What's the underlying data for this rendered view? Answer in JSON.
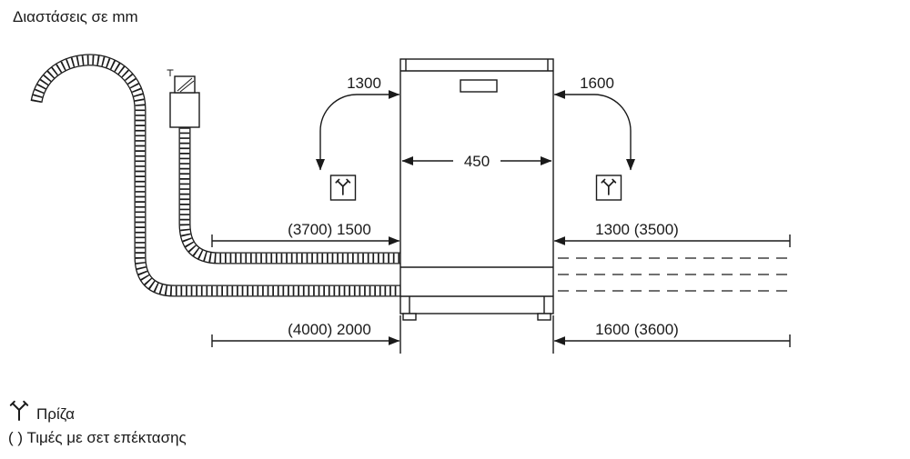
{
  "title": "Διαστάσεις σε mm",
  "dimensions": {
    "power_cord_left": "1300",
    "power_cord_right": "1600",
    "appliance_width": "450",
    "hose_mid_left": "(3700) 1500",
    "hose_mid_right": "1300 (3500)",
    "hose_bottom_left": "(4000) 2000",
    "hose_bottom_right": "1600 (3600)"
  },
  "legend": {
    "socket_label": "Πρίζα",
    "extension_note": "( ) Τιμές με σετ επέκτασης"
  },
  "icons": {
    "socket": "power-socket-icon",
    "tap": "tap-icon"
  },
  "colors": {
    "line": "#1a1a1a",
    "background": "#ffffff"
  }
}
